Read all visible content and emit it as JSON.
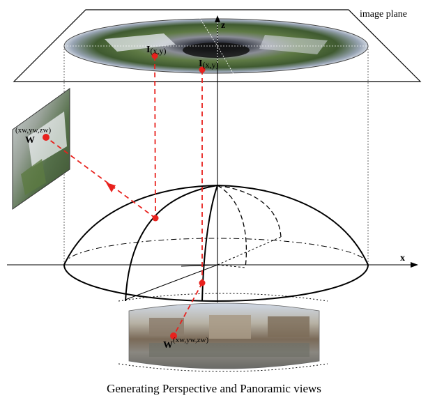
{
  "labels": {
    "image_plane": "image plane",
    "axis_z": "z",
    "axis_x": "x",
    "point_I": "I",
    "point_I_coords": "(x,y)",
    "point_W": "W",
    "point_W_coords": "(xw,yw,zw)"
  },
  "caption": "Generating Perspective and Panoramic views",
  "colors": {
    "projection_ray": "#e8211d",
    "point": "#e8211d",
    "lines": "#000000"
  }
}
